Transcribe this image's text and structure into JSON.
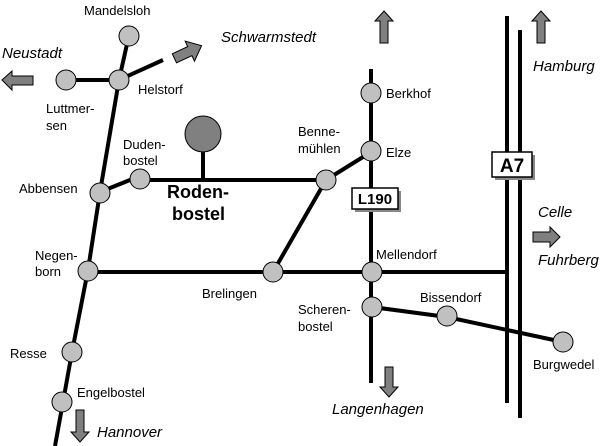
{
  "map": {
    "center_town": {
      "line1": "Roden-",
      "line2": "bostel"
    },
    "towns": {
      "mandelsloh": "Mandelsloh",
      "helstorf": "Helstorf",
      "luttmersen": {
        "line1": "Luttmer-",
        "line2": "sen"
      },
      "dudenbostel": {
        "line1": "Duden-",
        "line2": "bostel"
      },
      "abbensen": "Abbensen",
      "negenborn": {
        "line1": "Negen-",
        "line2": "born"
      },
      "resse": "Resse",
      "engelbostel": "Engelbostel",
      "bennemuehlen": {
        "line1": "Benne-",
        "line2": "mühlen"
      },
      "berkhof": "Berkhof",
      "elze": "Elze",
      "brelingen": "Brelingen",
      "mellendorf": "Mellendorf",
      "scherenbostel": {
        "line1": "Scheren-",
        "line2": "bostel"
      },
      "bissendorf": "Bissendorf",
      "burgwedel": "Burgwedel"
    },
    "directions": {
      "neustadt": "Neustadt",
      "schwarmstedt": "Schwarmstedt",
      "hannover": "Hannover",
      "hamburg": "Hamburg",
      "celle": "Celle",
      "fuhrberg": "Fuhrberg",
      "langenhagen": "Langenhagen"
    },
    "road_shields": {
      "l190": "L190",
      "a7": "A7"
    },
    "colors": {
      "node_fill": "#c0c0c0",
      "center_fill": "#808080",
      "arrow_fill": "#808080",
      "road": "#000000"
    }
  }
}
